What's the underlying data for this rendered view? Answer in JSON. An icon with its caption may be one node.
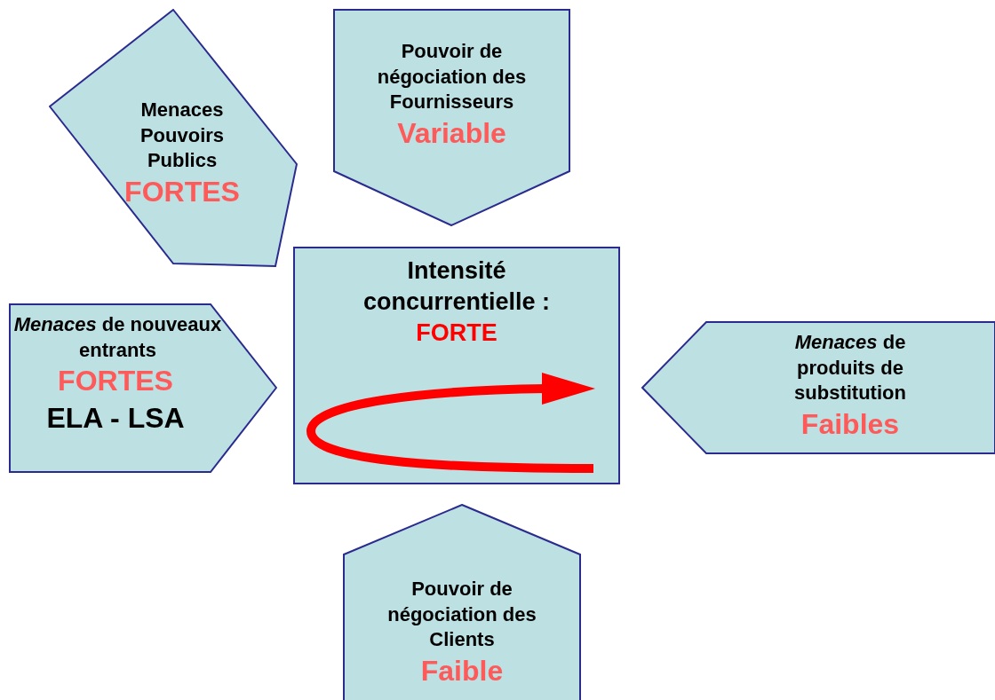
{
  "diagram": {
    "nodes": [
      {
        "text": [
          "Menaces Pouvoirs Publics",
          "FORTES"
        ]
      },
      {
        "text": [
          "Pouvoir de négociation des Fournisseurs",
          "Variable"
        ]
      },
      {
        "text": [
          "Intensité concurrentielle :",
          "FORTE"
        ]
      },
      {
        "text": [
          "*Menaces* de nouveaux entrants",
          "FORTES",
          "ELA - LSA"
        ]
      },
      {
        "text": [
          "*Menaces* de produits de substitution",
          "Faibles"
        ]
      },
      {
        "text": [
          "Pouvoir de négociation des Clients",
          "Faible"
        ]
      }
    ]
  }
}
